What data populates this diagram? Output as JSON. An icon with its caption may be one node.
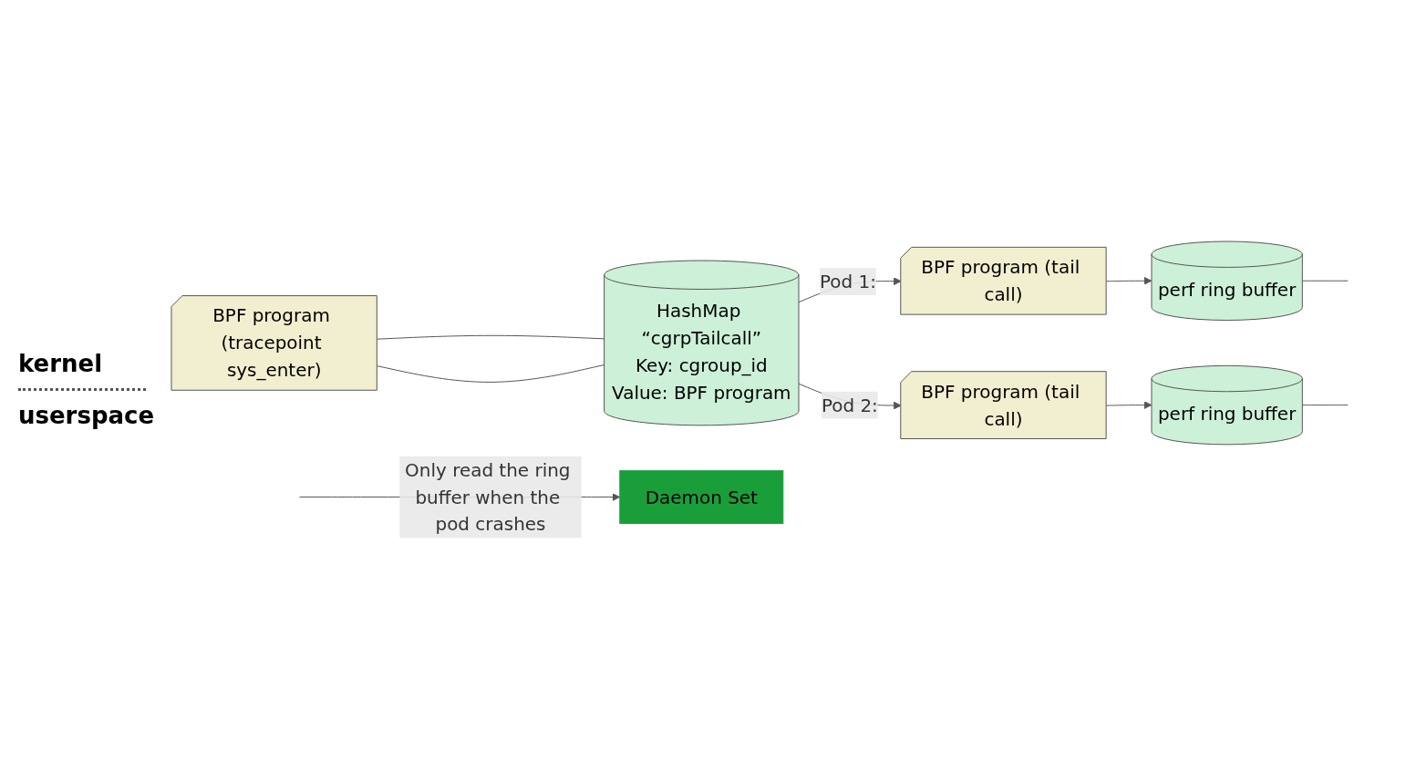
{
  "diagram": {
    "nodes": [
      {
        "text": [
          "BPF program (tracepoint sys_enter)"
        ]
      },
      {
        "text": [
          "HashMap “cgrpTailcall”",
          "Key: cgroup_id",
          "Value: BPF program"
        ]
      },
      {
        "text": [
          "BPF program (tail call)"
        ]
      },
      {
        "text": [
          "perf ring buffer"
        ]
      },
      {
        "text": [
          "BPF program (tail call)"
        ]
      },
      {
        "text": [
          "perf ring buffer"
        ]
      },
      {
        "text": [
          "Daemon Set"
        ]
      }
    ],
    "edges": [
      {
        "from": 0,
        "to": 1,
        "arrow": "none"
      },
      {
        "from": 0,
        "to": 1,
        "arrow": "none"
      },
      {
        "from": 1,
        "to": 2,
        "arrow": "to",
        "label": "Pod 1:"
      },
      {
        "from": 2,
        "to": 3,
        "arrow": "to"
      },
      {
        "from": 1,
        "to": 4,
        "arrow": "to",
        "label": "Pod 2:"
      },
      {
        "from": 4,
        "to": 5,
        "arrow": "to"
      },
      {
        "from": 3,
        "to": null,
        "arrow": "none"
      },
      {
        "from": 5,
        "to": null,
        "arrow": "none"
      },
      {
        "from": null,
        "to": 6,
        "arrow": "to",
        "label": "Only read the ring buffer when the pod crashes"
      }
    ],
    "labels": [
      "kernel",
      "userspace"
    ]
  }
}
